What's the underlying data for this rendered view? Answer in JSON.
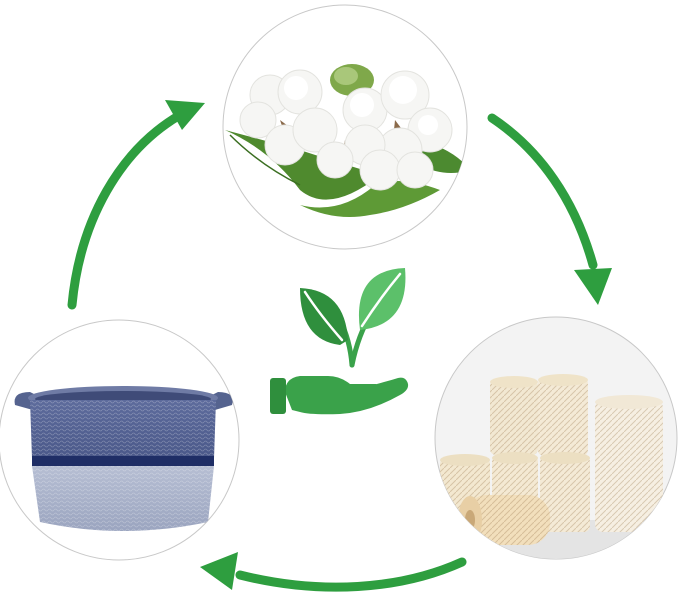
{
  "cycle": {
    "steps": [
      {
        "name": "cotton-boll-image"
      },
      {
        "name": "cotton-rope-spools-image"
      },
      {
        "name": "woven-basket-image"
      }
    ]
  },
  "colors": {
    "arrow_green": "#2e9e3f",
    "leaf_light": "#5cc06a",
    "leaf_dark": "#2f8f3d",
    "hand_green": "#3aa24a",
    "circle_border": "#c8c8c8"
  },
  "icons": {
    "center": "eco-hand-sprout-icon"
  }
}
